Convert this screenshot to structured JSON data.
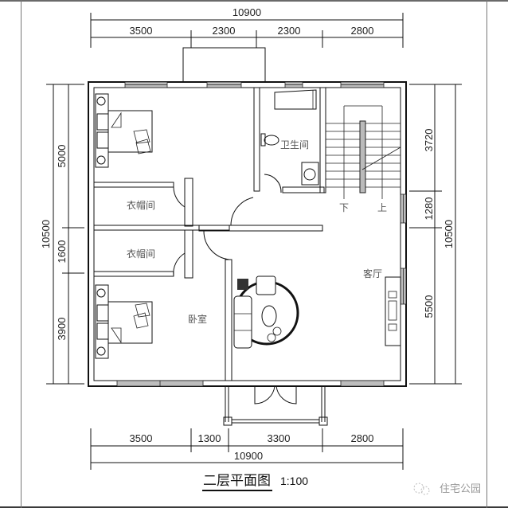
{
  "title": {
    "text": "二层平面图",
    "scale": "1:100"
  },
  "watermark": {
    "icon": "wechat-icon",
    "text": "住宅公园"
  },
  "dimensions": {
    "top": {
      "total": "10900",
      "segments": [
        "3500",
        "2300",
        "2300",
        "2800"
      ]
    },
    "bottom": {
      "total": "10900",
      "segments": [
        "3500",
        "1300",
        "3300",
        "2800"
      ]
    },
    "left": {
      "total": "10500",
      "segments": [
        "5000",
        "1600",
        "3900"
      ]
    },
    "right": {
      "total": "10500",
      "segments": [
        "3720",
        "1280",
        "5500"
      ]
    }
  },
  "rooms": {
    "closet_upper": "衣帽间",
    "closet_lower": "衣帽间",
    "bathroom": "卫生间",
    "bedroom": "卧室",
    "living_room": "客厅"
  },
  "stairs": {
    "down": "下",
    "up": "上"
  },
  "colors": {
    "line": "#111111",
    "window_fill": "#bdbdbd",
    "text": "#555555"
  }
}
